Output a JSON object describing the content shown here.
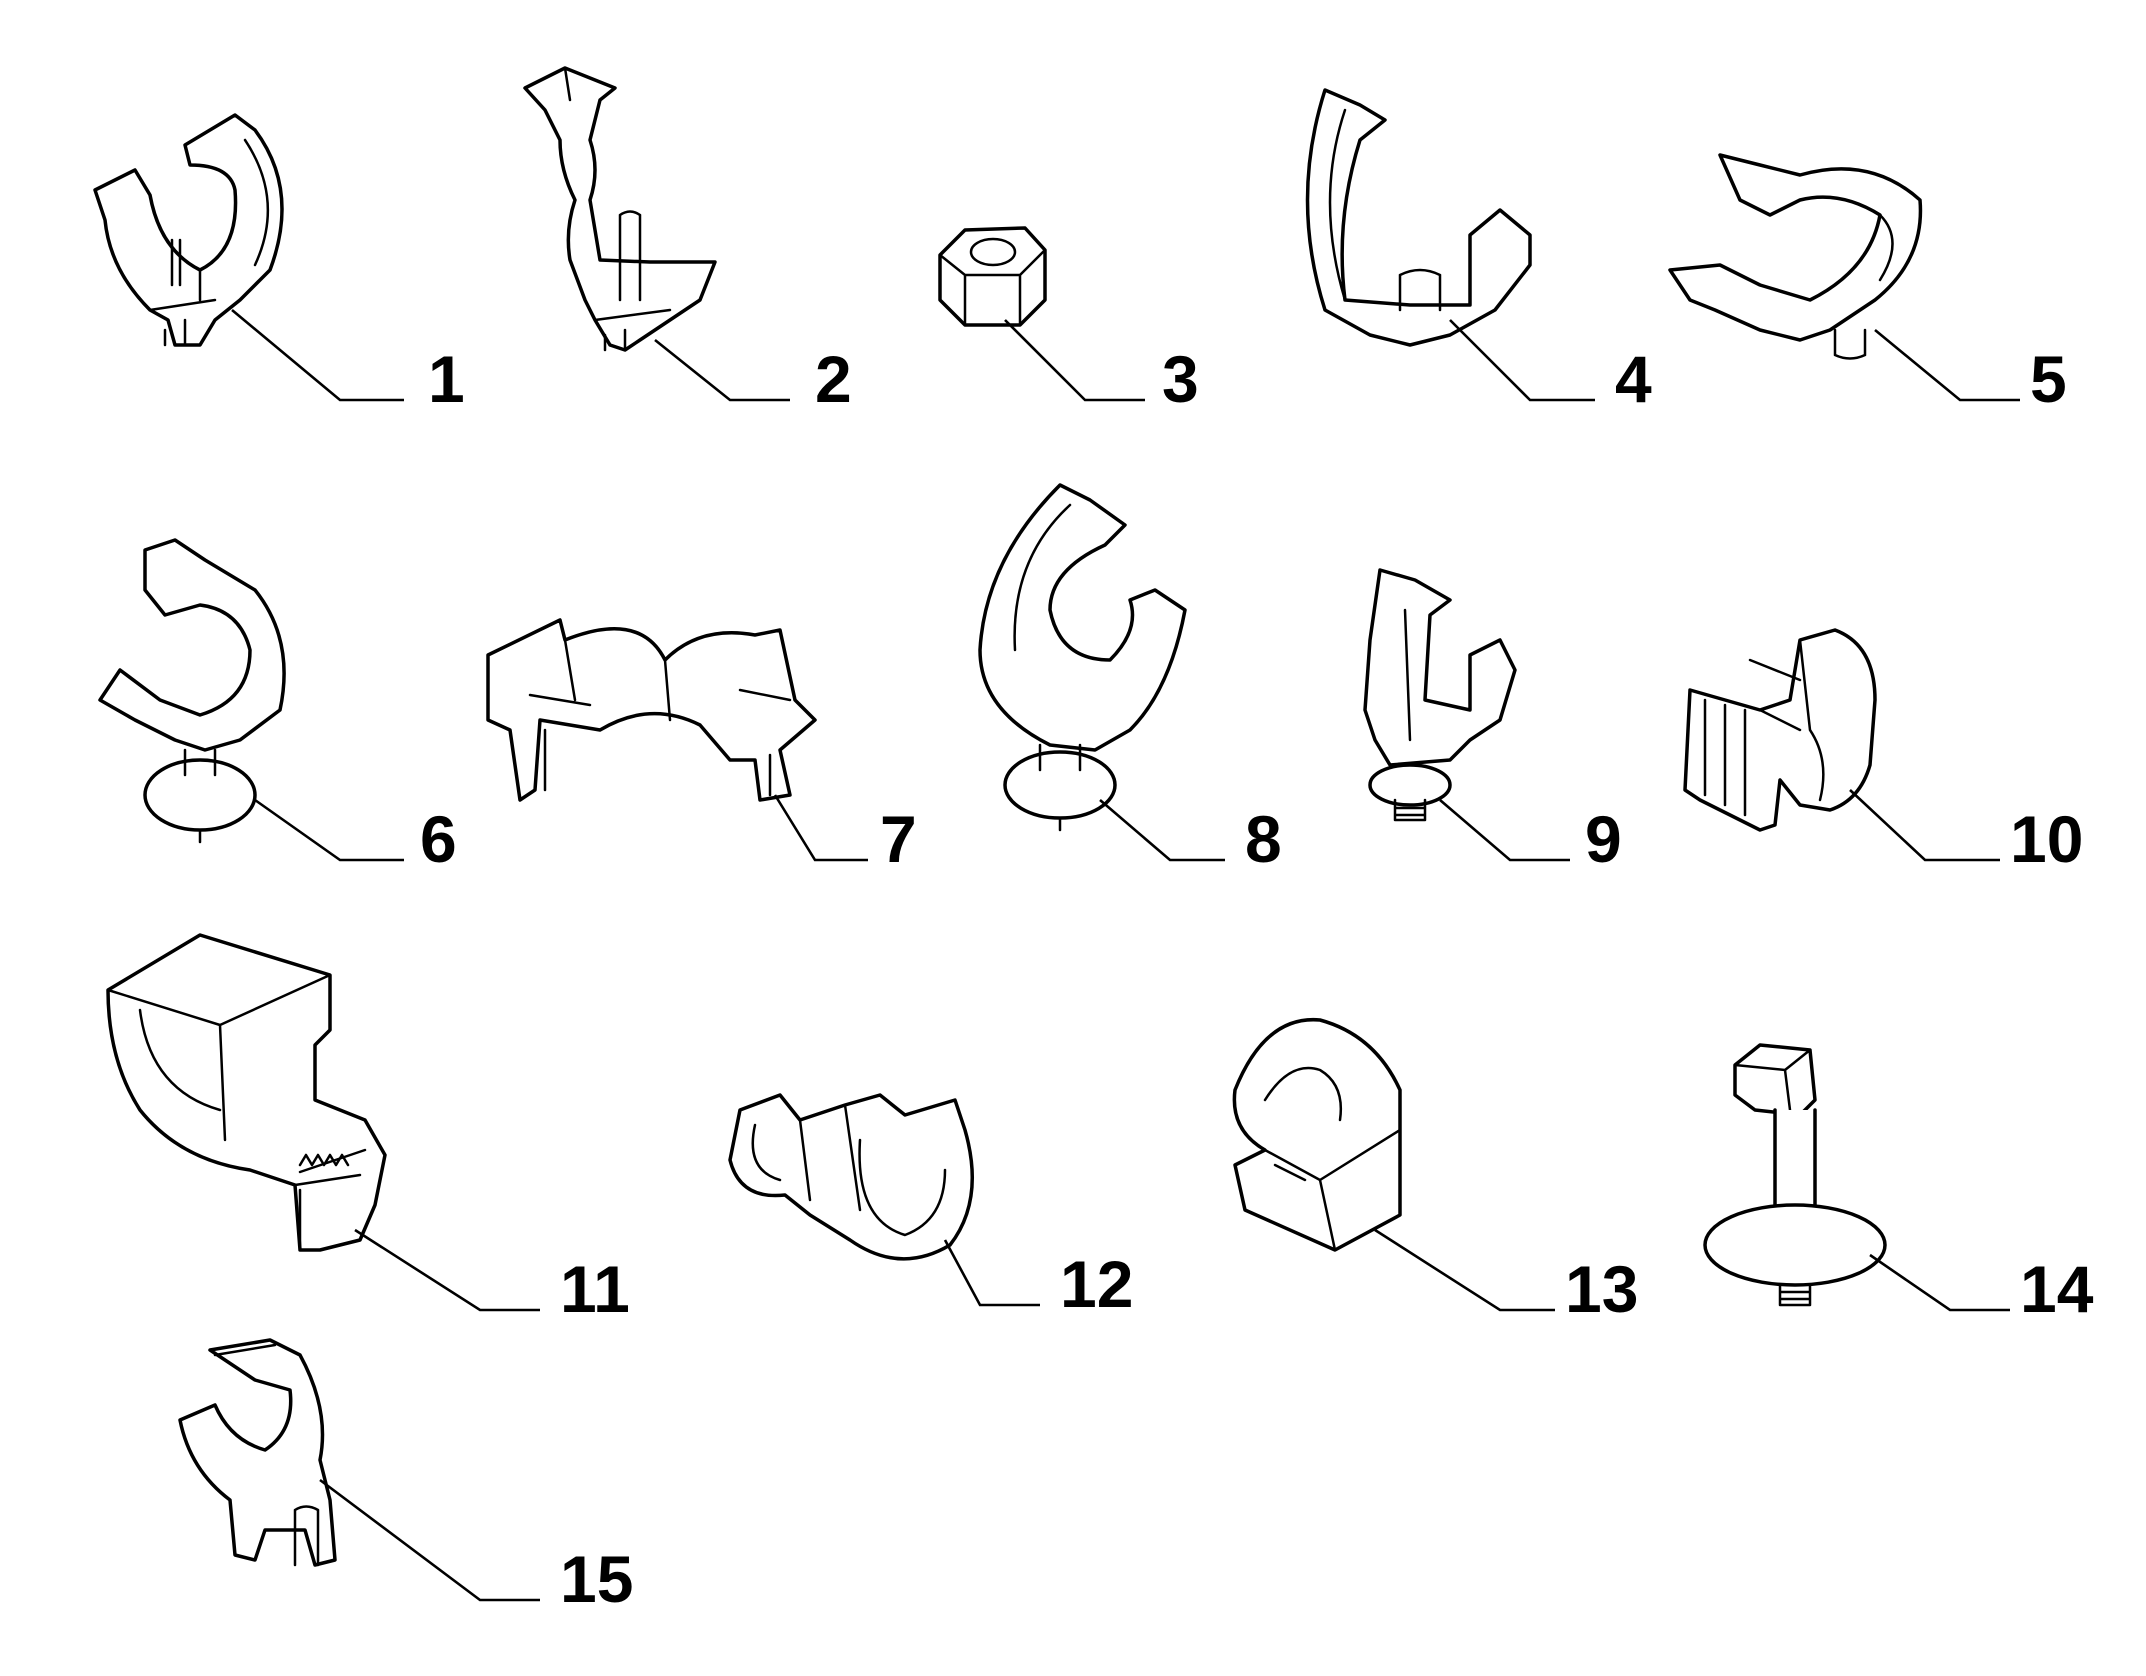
{
  "diagram": {
    "parts": [
      {
        "label": "1"
      },
      {
        "label": "2"
      },
      {
        "label": "3"
      },
      {
        "label": "4"
      },
      {
        "label": "5"
      },
      {
        "label": "6"
      },
      {
        "label": "7"
      },
      {
        "label": "8"
      },
      {
        "label": "9"
      },
      {
        "label": "10"
      },
      {
        "label": "11"
      },
      {
        "label": "12"
      },
      {
        "label": "13"
      },
      {
        "label": "14"
      },
      {
        "label": "15"
      }
    ]
  }
}
